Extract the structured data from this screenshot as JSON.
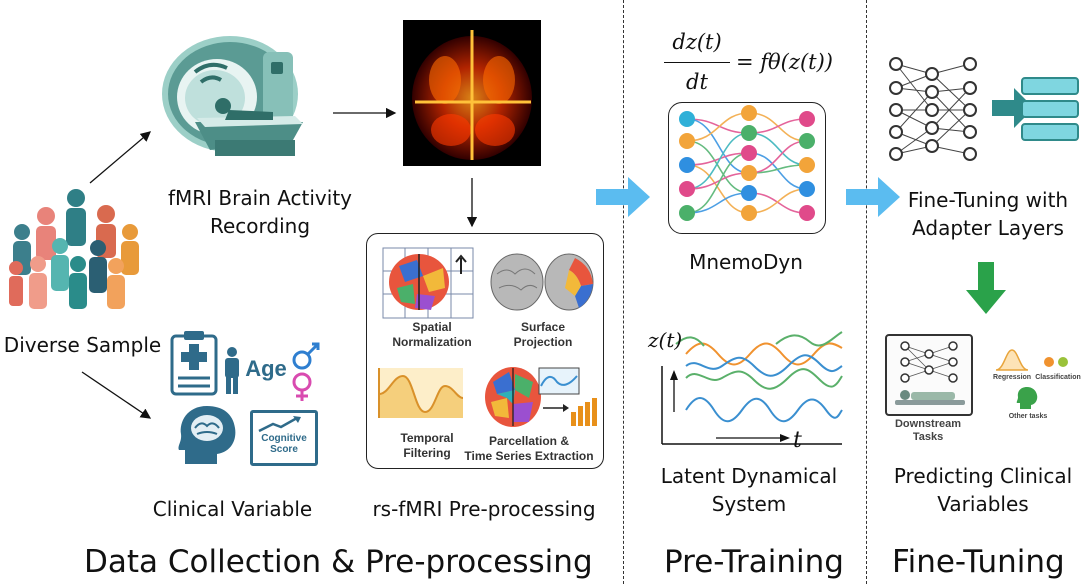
{
  "labels": {
    "fmri_recording": [
      "fMRI Brain Activity",
      "Recording"
    ],
    "diverse_sample": "Diverse Sample",
    "clinical_variable": "Clinical Variable",
    "preprocessing": "rs-fMRI Pre-processing",
    "mnemodyn": "MnemoDyn",
    "latent_system": [
      "Latent Dynamical",
      "System"
    ],
    "fine_tuning_adapter": [
      "Fine-Tuning with",
      "Adapter Layers"
    ],
    "predicting": [
      "Predicting Clinical",
      "Variables"
    ]
  },
  "clinical_icons": {
    "age": "Age",
    "cognitive_score": [
      "Cognitive",
      "Score"
    ]
  },
  "preprocessing_steps": {
    "spatial": [
      "Spatial",
      "Normalization"
    ],
    "surface": [
      "Surface",
      "Projection"
    ],
    "temporal": [
      "Temporal",
      "Filtering"
    ],
    "parcellation": [
      "Parcellation &",
      "Time Series Extraction"
    ]
  },
  "equation": {
    "numerator": "dz(t)",
    "denominator": "dt",
    "rhs": "= fθ(z(t))"
  },
  "latent_plot": {
    "ylabel": "z(t)",
    "xlabel": "t"
  },
  "downstream": {
    "title": [
      "Downstream",
      "Tasks"
    ],
    "regression": "Regression",
    "classification": "Classification",
    "other": "Other tasks"
  },
  "sections": {
    "data_collection": "Data Collection & Pre-processing",
    "pre_training": "Pre-Training",
    "fine_tuning": "Fine-Tuning"
  },
  "colors": {
    "blue_arrow": "#5bbcf0",
    "green_arrow": "#2aa24a",
    "teal": "#2f8a8a"
  }
}
